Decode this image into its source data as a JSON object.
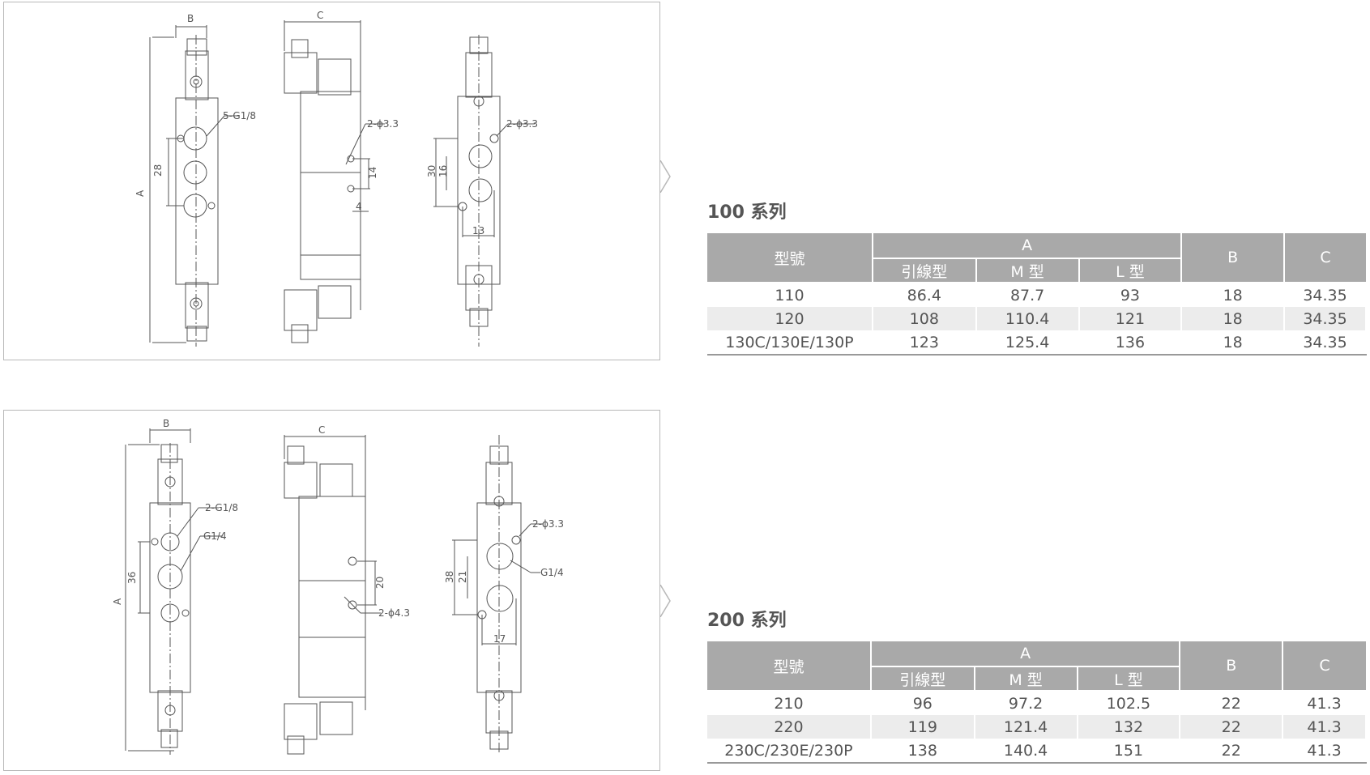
{
  "drawing_1": {
    "labels": {
      "B": "B",
      "C": "C",
      "A": "A",
      "port": "5-G1/8",
      "hole_side": "2-ϕ3.3",
      "hole_end": "2-ϕ3.3",
      "d28": "28",
      "d14": "14",
      "d4": "4",
      "d30": "30",
      "d16": "16",
      "d13": "13"
    }
  },
  "drawing_2": {
    "labels": {
      "B": "B",
      "C": "C",
      "A": "A",
      "port1": "2-G1/8",
      "port2": "G1/4",
      "hole_side": "2-ϕ4.3",
      "hole_end": "2-ϕ3.3",
      "port_end": "G1/4",
      "d36": "36",
      "d20": "20",
      "d38": "38",
      "d21": "21",
      "d17": "17"
    }
  },
  "series_100": {
    "title": "100 系列",
    "headers": {
      "model": "型號",
      "a": "A",
      "a_sub": [
        "引線型",
        "M 型",
        "L 型"
      ],
      "b": "B",
      "c": "C"
    },
    "rows": [
      [
        "110",
        "86.4",
        "87.7",
        "93",
        "18",
        "34.35"
      ],
      [
        "120",
        "108",
        "110.4",
        "121",
        "18",
        "34.35"
      ],
      [
        "130C/130E/130P",
        "123",
        "125.4",
        "136",
        "18",
        "34.35"
      ]
    ]
  },
  "series_200": {
    "title": "200 系列",
    "headers": {
      "model": "型號",
      "a": "A",
      "a_sub": [
        "引線型",
        "M 型",
        "L 型"
      ],
      "b": "B",
      "c": "C"
    },
    "rows": [
      [
        "210",
        "96",
        "97.2",
        "102.5",
        "22",
        "41.3"
      ],
      [
        "220",
        "119",
        "121.4",
        "132",
        "22",
        "41.3"
      ],
      [
        "230C/230E/230P",
        "138",
        "140.4",
        "151",
        "22",
        "41.3"
      ]
    ]
  },
  "colors": {
    "header_bg": "#a9a9a9",
    "alt_row": "#ececec",
    "line": "#555555",
    "frame": "#b8b8b8"
  }
}
